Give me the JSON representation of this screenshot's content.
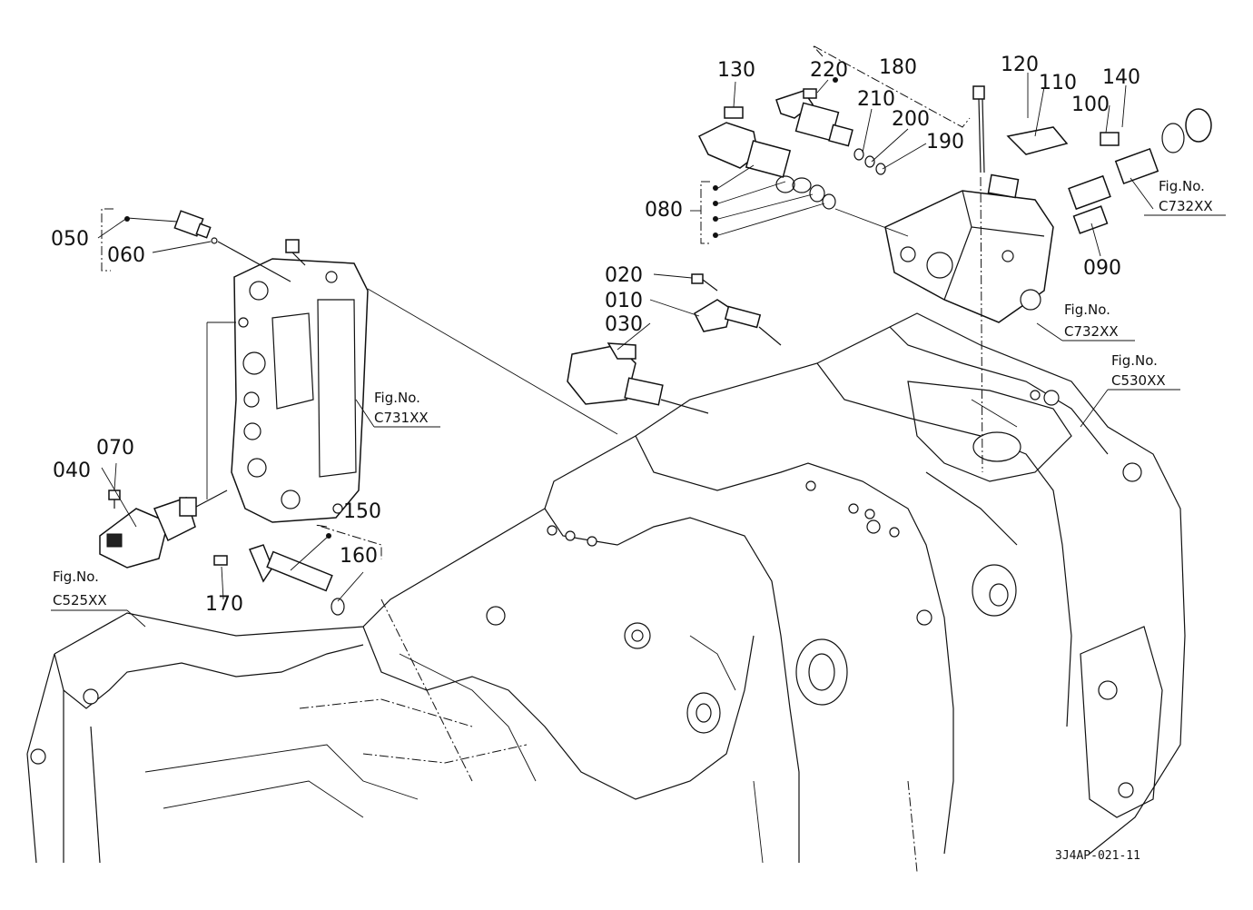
{
  "drawing_code": "3J4AP-021-11",
  "parts": [
    {
      "no": "010"
    },
    {
      "no": "020"
    },
    {
      "no": "030"
    },
    {
      "no": "040"
    },
    {
      "no": "050"
    },
    {
      "no": "060"
    },
    {
      "no": "070"
    },
    {
      "no": "080"
    },
    {
      "no": "090"
    },
    {
      "no": "100"
    },
    {
      "no": "110"
    },
    {
      "no": "120"
    },
    {
      "no": "130"
    },
    {
      "no": "140"
    },
    {
      "no": "150"
    },
    {
      "no": "160"
    },
    {
      "no": "170"
    },
    {
      "no": "180"
    },
    {
      "no": "190"
    },
    {
      "no": "200"
    },
    {
      "no": "210"
    },
    {
      "no": "220"
    }
  ],
  "fig_refs": [
    {
      "prefix": "Fig.No.",
      "code": "C731XX"
    },
    {
      "prefix": "Fig.No.",
      "code": "C525XX"
    },
    {
      "prefix": "Fig.No.",
      "code": "C530XX"
    },
    {
      "prefix": "Fig.No.",
      "code": "C732XX"
    },
    {
      "prefix": "Fig.No.",
      "code": "C732XX"
    }
  ]
}
